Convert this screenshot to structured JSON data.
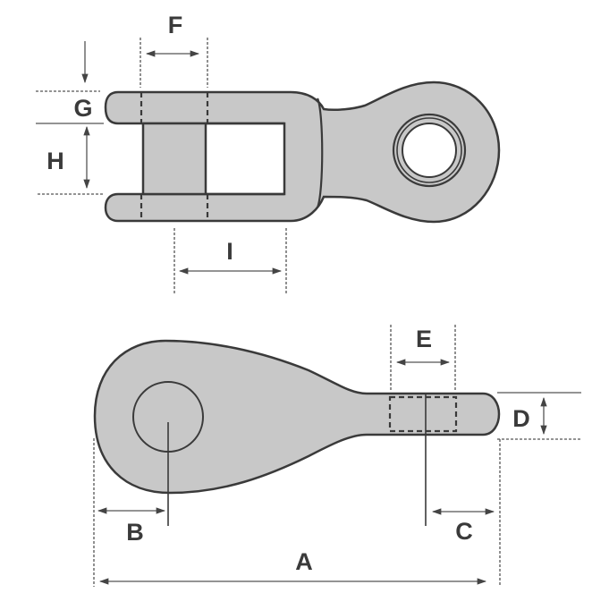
{
  "diagram": {
    "subject": "Chain swivel eye / clevis fitting technical drawing",
    "colors": {
      "fill": "#c8c8c8",
      "outline": "#3a3a3a",
      "dimension": "#555555",
      "text": "#3a3a3a",
      "background": "#ffffff"
    },
    "views": {
      "top_view": {
        "dimensions": {
          "F": "F",
          "G": "G",
          "H": "H",
          "I": "I"
        }
      },
      "side_view": {
        "dimensions": {
          "A": "A",
          "B": "B",
          "C": "C",
          "D": "D",
          "E": "E"
        }
      }
    }
  }
}
